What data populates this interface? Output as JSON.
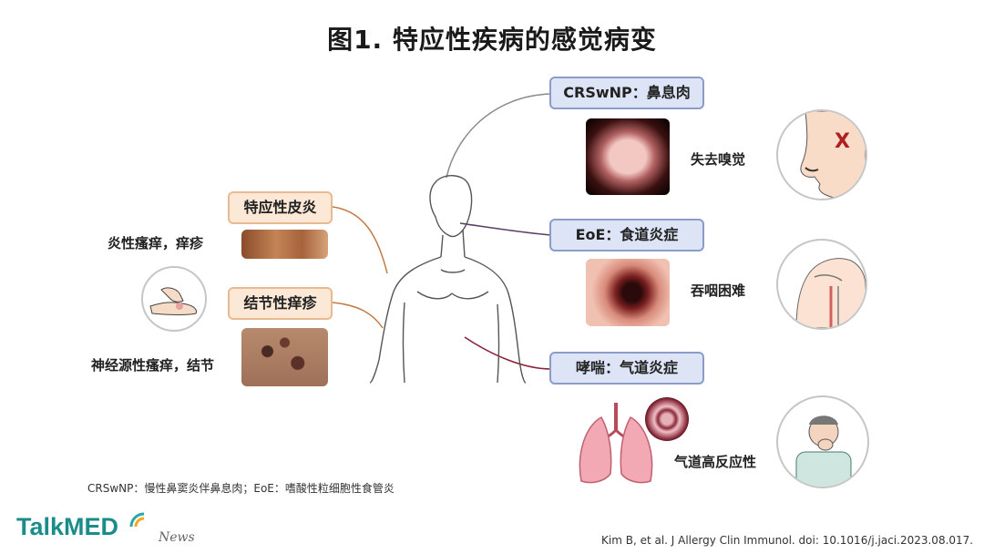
{
  "title": "图1. 特应性疾病的感觉病变",
  "left_conditions": [
    {
      "name": "特应性皮炎",
      "symptom": "炎性瘙痒，痒疹"
    },
    {
      "name": "结节性痒疹",
      "symptom": "神经源性瘙痒，结节"
    }
  ],
  "right_conditions": [
    {
      "name": "CRSwNP：鼻息肉",
      "symptom": "失去嗅觉"
    },
    {
      "name": "EoE：食道炎症",
      "symptom": "吞咽困难"
    },
    {
      "name": "哮喘：气道炎症",
      "symptom": "气道高反应性"
    }
  ],
  "footnote": "CRSwNP：慢性鼻窦炎伴鼻息肉；EoE：嗜酸性粒细胞性食管炎",
  "citation": "Kim B, et al. J Allergy Clin Immunol. doi: 10.1016/j.jaci.2023.08.017.",
  "logo": {
    "brand": "TalkMED",
    "sub": "News"
  },
  "colors": {
    "orange_fill": "#fbe8d6",
    "orange_border": "#e9b98f",
    "blue_fill": "#dde4f5",
    "blue_border": "#8a9dc9",
    "brand": "#1a8d8a"
  }
}
